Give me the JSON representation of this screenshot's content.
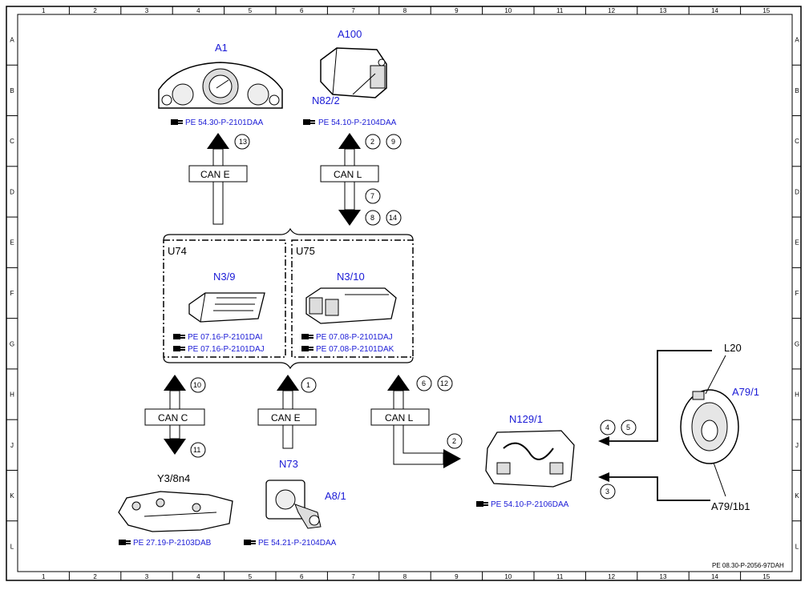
{
  "grid": {
    "columns": [
      "1",
      "2",
      "3",
      "4",
      "5",
      "6",
      "7",
      "8",
      "9",
      "10",
      "11",
      "12",
      "13",
      "14",
      "15"
    ],
    "rows": [
      "A",
      "B",
      "C",
      "D",
      "E",
      "F",
      "G",
      "H",
      "J",
      "K",
      "L"
    ]
  },
  "components": {
    "a1": {
      "label": "A1",
      "ref": "PE 54.30-P-2101DAA"
    },
    "a100": {
      "label": "A100",
      "sub": "N82/2",
      "ref": "PE 54.10-P-2104DAA"
    },
    "u74": {
      "label": "U74",
      "module": "N3/9",
      "ref1": "PE 07.16-P-2101DAI",
      "ref2": "PE 07.16-P-2101DAJ"
    },
    "u75": {
      "label": "U75",
      "module": "N3/10",
      "ref1": "PE 07.08-P-2101DAJ",
      "ref2": "PE 07.08-P-2101DAK"
    },
    "y3": {
      "label": "Y3/8n4",
      "ref": "PE 27.19-P-2103DAB"
    },
    "n73": {
      "label": "N73",
      "sub": "A8/1",
      "ref": "PE 54.21-P-2104DAA"
    },
    "n129": {
      "label": "N129/1",
      "ref": "PE 54.10-P-2106DAA"
    },
    "a79": {
      "label": "A79/1",
      "l20": "L20",
      "sub": "A79/1b1"
    }
  },
  "buses": {
    "can_e_top": "CAN E",
    "can_l_top": "CAN L",
    "can_c": "CAN C",
    "can_e_bot": "CAN E",
    "can_l_bot": "CAN L"
  },
  "signals": {
    "s13": "13",
    "s2": "2",
    "s9": "9",
    "s7": "7",
    "s8": "8",
    "s14": "14",
    "s10": "10",
    "s11": "11",
    "s1": "1",
    "s6": "6",
    "s12": "12",
    "s2b": "2",
    "s4": "4",
    "s5": "5",
    "s3": "3"
  },
  "footer": {
    "doc_id": "PE 08.30-P-2056-97DAH"
  },
  "colors": {
    "label_blue": "#1a1ad6",
    "ink": "#000000"
  }
}
